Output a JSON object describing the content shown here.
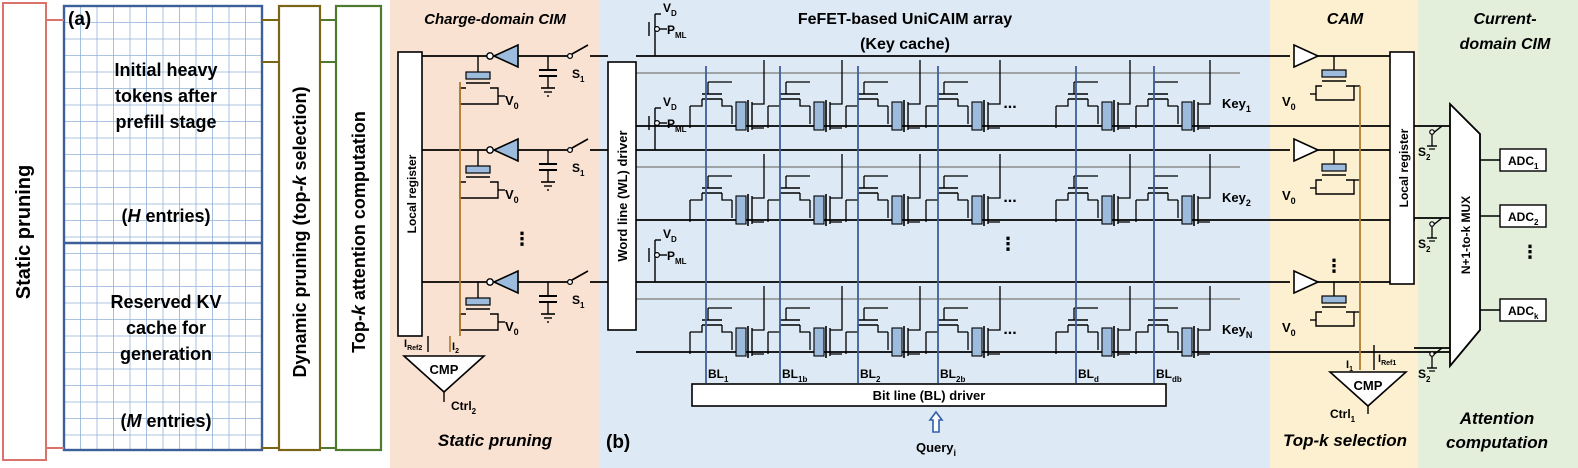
{
  "panel_a": {
    "tag": "(a)",
    "static_pruning": "Static pruning",
    "heavy_line1": "Initial heavy",
    "heavy_line2": "tokens after",
    "heavy_line3": "prefill stage",
    "h_entries_var": "H",
    "h_entries_suffix": " entries)",
    "kv_line1": "Reserved KV",
    "kv_line2": "cache for",
    "kv_line3": "generation",
    "m_entries_var": "M",
    "m_entries_suffix": " entries)",
    "dynamic_pre": "Dynamic pruning (top-",
    "dynamic_k": "k",
    "dynamic_post": " selection)",
    "topk_pre": "Top-",
    "topk_k": "k",
    "topk_post": " attention computation"
  },
  "panel_b": {
    "tag": "(b)",
    "charge_title": "Charge-domain CIM",
    "array_title_line1": "FeFET-based UniCAIM array",
    "array_title_line2": "(Key cache)",
    "cam_title": "CAM",
    "current_title_line1": "Current-",
    "current_title_line2": "domain CIM",
    "static_pruning_label": "Static pruning",
    "topk_label_pre": "Top-",
    "topk_label_k": "k",
    "topk_label_post": " selection",
    "attention_line1": "Attention",
    "attention_line2": "computation",
    "local_register": "Local register",
    "wl_driver": "Word line (WL) driver",
    "bl_driver": "Bit line (BL) driver",
    "mux": "N+1-to-k MUX",
    "cmp": "CMP",
    "query": "Query",
    "query_sub": "i",
    "vd": "V",
    "vd_sub": "D",
    "pml": "P",
    "pml_sub": "ML",
    "v0": "V",
    "v0_sub": "0",
    "s1": "S",
    "s1_sub": "1",
    "s2": "S",
    "s2_sub": "2",
    "iref2": "I",
    "iref2_sub": "Ref2",
    "i2": "I",
    "i2_sub": "2",
    "iref1": "I",
    "iref1_sub": "Ref1",
    "i1": "I",
    "i1_sub": "1",
    "ctrl2": "Ctrl",
    "ctrl2_sub": "2",
    "ctrl1": "Ctrl",
    "ctrl1_sub": "1",
    "ellipsis": "...",
    "vdots": "⋮",
    "keys": [
      {
        "base": "Key",
        "sub": "1"
      },
      {
        "base": "Key",
        "sub": "2"
      },
      {
        "base": "Key",
        "sub": "N"
      }
    ],
    "bitlines": [
      {
        "base": "BL",
        "sub": "1"
      },
      {
        "base": "BL",
        "sub": "1b"
      },
      {
        "base": "BL",
        "sub": "2"
      },
      {
        "base": "BL",
        "sub": "2b"
      },
      {
        "base": "BL",
        "sub": "d"
      },
      {
        "base": "BL",
        "sub": "db"
      }
    ],
    "adcs": [
      {
        "base": "ADC",
        "sub": "1"
      },
      {
        "base": "ADC",
        "sub": "2"
      },
      {
        "base": "ADC",
        "sub": "k"
      }
    ]
  },
  "colors": {
    "static_pruning": "#d9736b",
    "cache_box": "#3d5f99",
    "cache_grid": "#8fb1d8",
    "dynamic_pruning": "#7a6416",
    "topk_attention": "#4d7a2d",
    "charge_bg": "#fae2d2",
    "array_bg": "#dde9f5",
    "cam_bg": "#fdf0d0",
    "current_bg": "#e3eedb",
    "cap_fill": "#9dbcdd",
    "brown_wire": "#b07a2c",
    "query_red": "#c0001a",
    "arrow_blue": "#2e5fa8"
  }
}
